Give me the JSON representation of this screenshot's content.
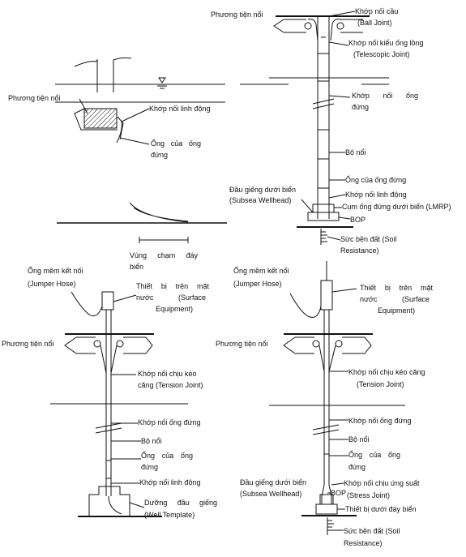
{
  "labels": {
    "tr_vessel": "Phương tiện nổi",
    "tr_ball_vi": "Khớp nối cầu",
    "tr_ball_en": "(Ball Joint)",
    "tr_tele_vi": "Khớp nối kiểu ống lồng",
    "tr_tele_en": "(Telescopic Joint)",
    "tr_pipe_joint_1": "Khớp nối ống",
    "tr_pipe_joint_2": "đứng",
    "tr_buoy": "Bộ nổi",
    "tr_riser_pipe": "Ống của ống đứng",
    "tr_wellhead_vi": "Đầu giếng dưới biển",
    "tr_wellhead_en": "(Subsea Wellhead)",
    "tr_flex": "Khớp nối linh động",
    "tr_lmrp": "Cụm ống đứng dưới biển (LMRP)",
    "tr_bop": "BOP",
    "tr_soil_1": "Sức bền đất (Soil",
    "tr_soil_2": "Resistance)",
    "tl_vessel": "Phương tiện nổi",
    "tl_flex": "Khớp nối linh động",
    "tl_pipe_1": "Ống của ống",
    "tl_pipe_2": "đứng",
    "tl_touch_1": "Vùng chạm đáy",
    "tl_touch_2": "biển",
    "bl_jumper_vi": "Ống mềm kết nối",
    "bl_jumper_en": "(Jumper Hose)",
    "bl_surface_1": "Thiết bị trên mặt",
    "bl_surface_2": "nước (Surface",
    "bl_surface_3": "Equipment)",
    "bl_vessel": "Phương tiện nổi",
    "bl_tension_1": "Khớp nối chịu kéo",
    "bl_tension_2": "căng (Tension Joint)",
    "bl_pipe_joint": "Khớp nối ống đứng",
    "bl_buoy": "Bộ nổi",
    "bl_pipe_1": "Ống của ống",
    "bl_pipe_2": "đứng",
    "bl_flex": "Khớp nối linh động",
    "bl_template_vi": "Dưỡng đầu giếng",
    "bl_template_en": "(Well Template)",
    "br_jumper_vi": "Ống mềm kết nối",
    "br_jumper_en": "(Jumper Hose)",
    "br_surface_1": "Thiết bị trên mặt",
    "br_surface_2": "nước (Surface",
    "br_surface_3": "Equipment)",
    "br_vessel": "Phương tiện nổi",
    "br_tension_1": "Khớp nối chịu kéo căng",
    "br_tension_2": "(Tension Joint)",
    "br_pipe_joint": "Khớp nối ống đứng",
    "br_buoy": "Bộ nổi",
    "br_pipe_1": "Ống của ống",
    "br_pipe_2": "đứng",
    "br_wellhead_vi": "Đầu giếng dưới biển",
    "br_wellhead_en": "(Subsea Wellhead)",
    "br_bop": "BOP",
    "br_stress_vi": "Khớp nối chịu ứng suất",
    "br_stress_en": "(Stress Joint)",
    "br_subsea_eq": "Thiết bị dưới đáy biển",
    "br_soil_1": "Sức bền đất (Soil",
    "br_soil_2": "Resistance)"
  }
}
